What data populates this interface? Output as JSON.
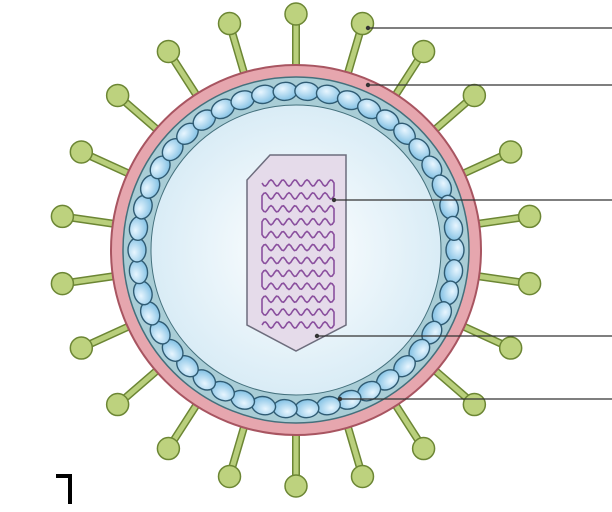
{
  "diagram": {
    "subject": "enveloped-virus-cross-section",
    "spike_count": 22,
    "capsomere_count": 46,
    "colors": {
      "background": "#ffffff",
      "spike_stalk": "#b9cf7c",
      "spike_head": "#bdd27e",
      "spike_outline": "#6c8634",
      "envelope": "#e6a6ae",
      "envelope_outline": "#a85561",
      "matrix_layer": "#a9cdd6",
      "matrix_outline": "#44707c",
      "capsomere_fill": "#a8d9f3",
      "capsomere_outline": "#2f5b73",
      "interior": "#e8f4fa",
      "core": "#e5dbea",
      "core_outline": "#6d6d7d",
      "genome": "#8a4f9e",
      "leader_line": "#333333"
    },
    "labels": []
  }
}
